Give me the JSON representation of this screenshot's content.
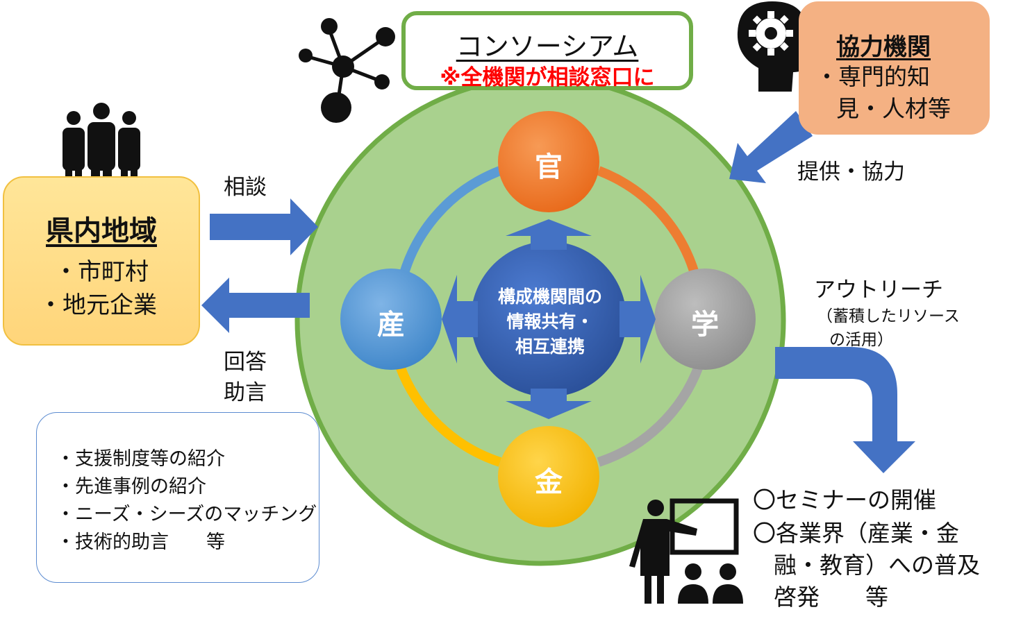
{
  "consortium": {
    "title": "コンソーシアム",
    "subtitle": "※全機関が相談窓口に"
  },
  "nodes": {
    "gov": "官",
    "industry": "産",
    "academia": "学",
    "finance": "金"
  },
  "center": {
    "line1": "構成機関間の",
    "line2": "情報共有・",
    "line3": "相互連携"
  },
  "cooperation": {
    "title": "協力機関",
    "line1": "・専門的知",
    "line2": "見・人材等",
    "arrow_label": "提供・協力"
  },
  "region": {
    "title": "県内地域",
    "item1": "・市町村",
    "item2": "・地元企業",
    "consult_label": "相談",
    "answer_label1": "回答",
    "answer_label2": "助言"
  },
  "support": {
    "items": [
      "・支援制度等の紹介",
      "・先進事例の紹介",
      "・ニーズ・シーズのマッチング",
      "・技術的助言　　等"
    ]
  },
  "outreach": {
    "title": "アウトリーチ",
    "note1": "（蓄積したリソース",
    "note2": "の活用）",
    "line1": "〇セミナーの開催",
    "line2": "〇各業界（産業・金",
    "line3": "融・教育）への普及",
    "line4": "啓発　　等"
  },
  "colors": {
    "outer_circle": "#a9d18e",
    "outer_border": "#70ad47",
    "gov": "#f07b2b",
    "industry": "#5b9bd5",
    "academia": "#a5a5a5",
    "finance": "#ffc000",
    "center": "#2f5597",
    "arrow": "#4472c4",
    "alert": "#ff0000"
  }
}
